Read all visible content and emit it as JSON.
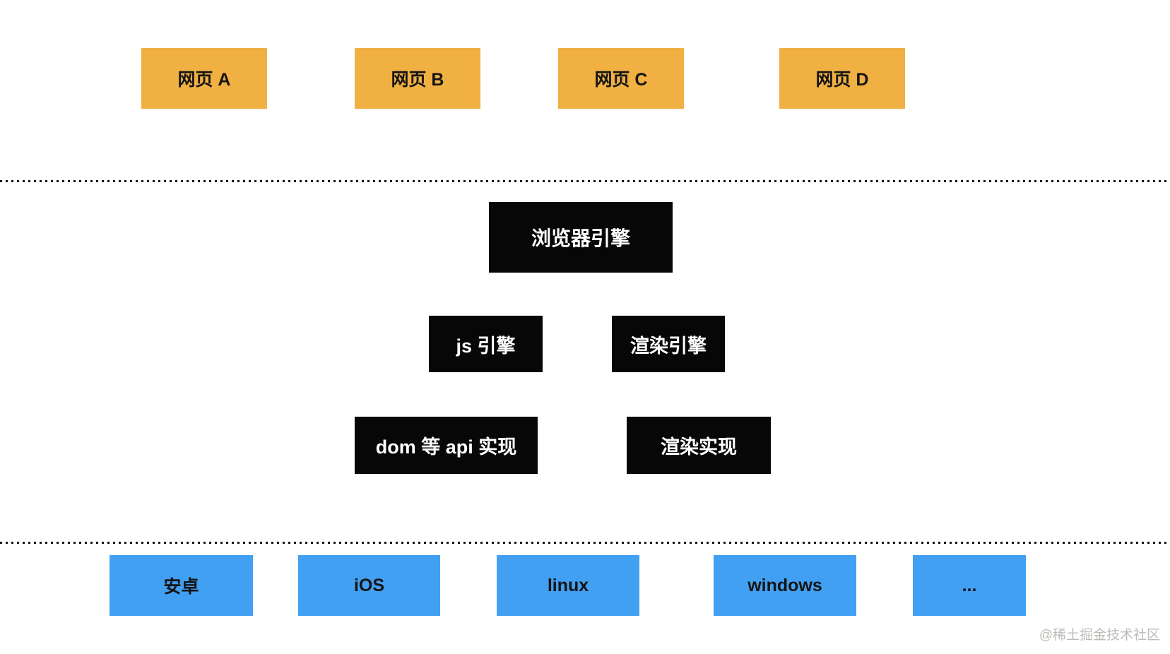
{
  "colors": {
    "page_bg": "#ffffff",
    "web_box": "#f0b042",
    "engine_box": "#070707",
    "os_box": "#42a0f2",
    "dot_line": "#141414",
    "watermark": "#bdbbb7",
    "web_box_text": "#141414",
    "engine_box_text": "#ffffff",
    "os_box_text": "#141414"
  },
  "web_pages": {
    "items": [
      {
        "label": "网页 A"
      },
      {
        "label": "网页 B"
      },
      {
        "label": "网页 C"
      },
      {
        "label": "网页 D"
      }
    ]
  },
  "browser_engine": {
    "label": "浏览器引擎"
  },
  "engines": {
    "items": [
      {
        "label": "js 引擎"
      },
      {
        "label": "渲染引擎"
      }
    ]
  },
  "implementations": {
    "items": [
      {
        "label": "dom 等 api 实现"
      },
      {
        "label": "渲染实现"
      }
    ]
  },
  "os_layer": {
    "items": [
      {
        "label": "安卓"
      },
      {
        "label": "iOS"
      },
      {
        "label": "linux"
      },
      {
        "label": "windows"
      },
      {
        "label": "..."
      }
    ]
  },
  "watermark": {
    "text": "@稀土掘金技术社区"
  }
}
